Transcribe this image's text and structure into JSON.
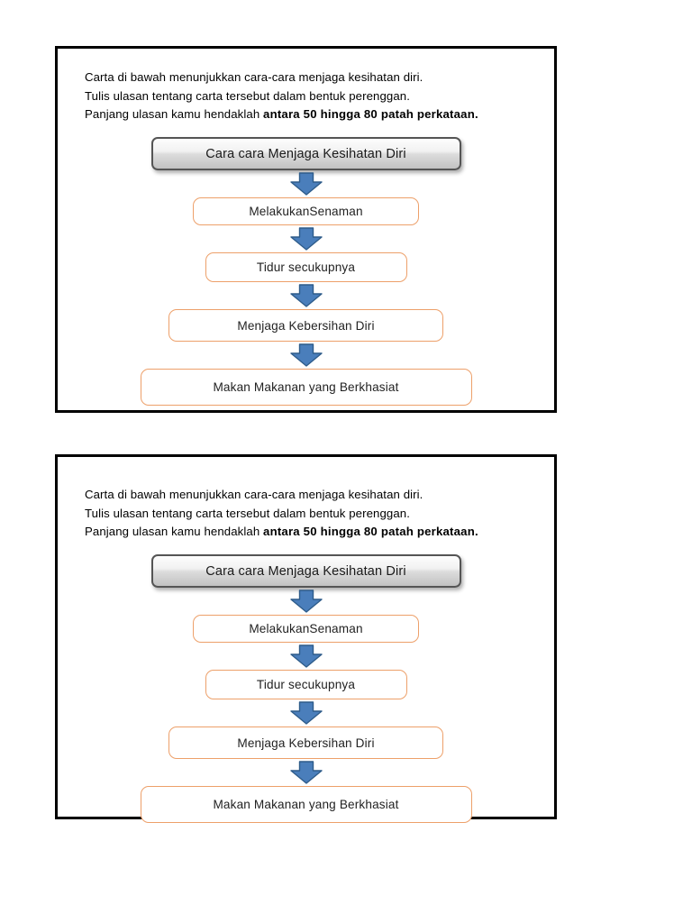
{
  "document": {
    "title": "Cara cara Menjaga Kesihatan Diri worksheet",
    "panel_count": 2
  },
  "colors": {
    "panel_border": "#000000",
    "page_background": "#ffffff",
    "node_border_orange": "#eda06a",
    "node_fill_white": "#ffffff",
    "title_border_gray": "#555555",
    "title_fill_top": "#fdfdfd",
    "title_fill_bottom": "#c2c2c2",
    "arrow_fill": "#4a7ebb",
    "arrow_stroke": "#2e5c8a",
    "text": "#000000"
  },
  "instructions": {
    "line1": "Carta di bawah menunjukkan  cara-cara  menjaga kesihatan diri.",
    "line2": "Tulis ulasan tentang carta tersebut dalam bentuk perenggan.",
    "line3_prefix": "Panjang ulasan kamu hendaklah ",
    "line3_bold": "antara 50 hingga 80 patah perkataan."
  },
  "flowchart": {
    "title_node": "Cara cara Menjaga Kesihatan Diri",
    "steps": [
      "MelakukanSenaman",
      "Tidur secukupnya",
      "Menjaga Kebersihan Diri",
      "Makan Makanan yang Berkhasiat"
    ],
    "arrow_icon": "arrow-down-icon",
    "arrow_count": 4,
    "direction": "top-to-bottom"
  },
  "panels": [
    {
      "id": "panel-1",
      "instructions": {
        "line1": "Carta di bawah menunjukkan  cara-cara  menjaga kesihatan diri.",
        "line2": "Tulis ulasan tentang carta tersebut dalam bentuk perenggan.",
        "line3_prefix": "Panjang ulasan kamu hendaklah ",
        "line3_bold": "antara 50 hingga 80 patah perkataan."
      },
      "flowchart": {
        "title_node": "Cara cara Menjaga Kesihatan Diri",
        "steps": [
          "MelakukanSenaman",
          "Tidur secukupnya",
          "Menjaga Kebersihan Diri",
          "Makan Makanan yang Berkhasiat"
        ]
      }
    },
    {
      "id": "panel-2",
      "instructions": {
        "line1": "Carta di bawah menunjukkan  cara-cara  menjaga kesihatan diri.",
        "line2": "Tulis ulasan tentang carta tersebut dalam bentuk perenggan.",
        "line3_prefix": "Panjang ulasan kamu hendaklah ",
        "line3_bold": "antara 50 hingga 80 patah perkataan."
      },
      "flowchart": {
        "title_node": "Cara cara Menjaga Kesihatan Diri",
        "steps": [
          "MelakukanSenaman",
          "Tidur secukupnya",
          "Menjaga Kebersihan Diri",
          "Makan Makanan yang Berkhasiat"
        ]
      }
    }
  ]
}
